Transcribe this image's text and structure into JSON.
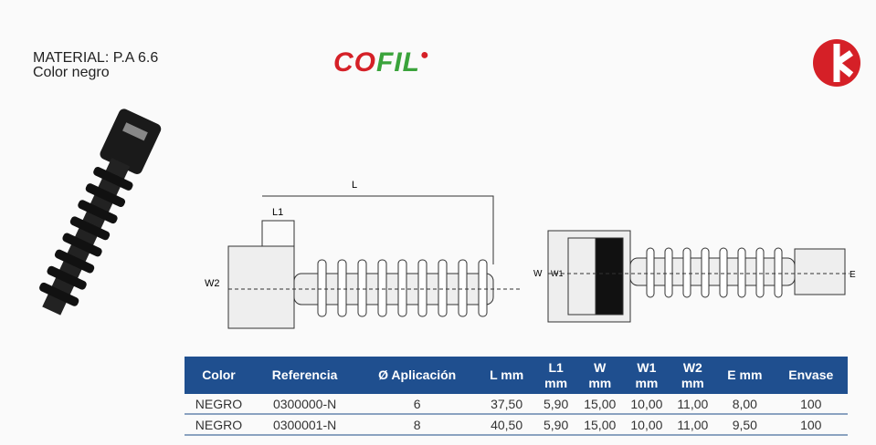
{
  "header": {
    "material": "MATERIAL: P.A 6.6",
    "color": "Color negro"
  },
  "logo": {
    "text_red": "CO",
    "text_green": "FIL"
  },
  "drawing_labels": {
    "L": "L",
    "L1": "L1",
    "W2": "W2",
    "W": "W",
    "W1": "W1",
    "E": "E"
  },
  "table": {
    "headers": [
      [
        "Color",
        ""
      ],
      [
        "Referencia",
        ""
      ],
      [
        "Ø Aplicación",
        ""
      ],
      [
        "L mm",
        ""
      ],
      [
        "L1",
        "mm"
      ],
      [
        "W",
        "mm"
      ],
      [
        "W1",
        "mm"
      ],
      [
        "W2",
        "mm"
      ],
      [
        "E mm",
        ""
      ],
      [
        "Envase",
        ""
      ]
    ],
    "rows": [
      [
        "NEGRO",
        "0300000-N",
        "6",
        "37,50",
        "5,90",
        "15,00",
        "10,00",
        "11,00",
        "8,00",
        "100"
      ],
      [
        "NEGRO",
        "0300001-N",
        "8",
        "40,50",
        "5,90",
        "15,00",
        "10,00",
        "11,00",
        "9,50",
        "100"
      ]
    ]
  },
  "colors": {
    "header_bg": "#1f4f8f",
    "brand_red": "#d52027",
    "brand_green": "#3aa33b"
  }
}
